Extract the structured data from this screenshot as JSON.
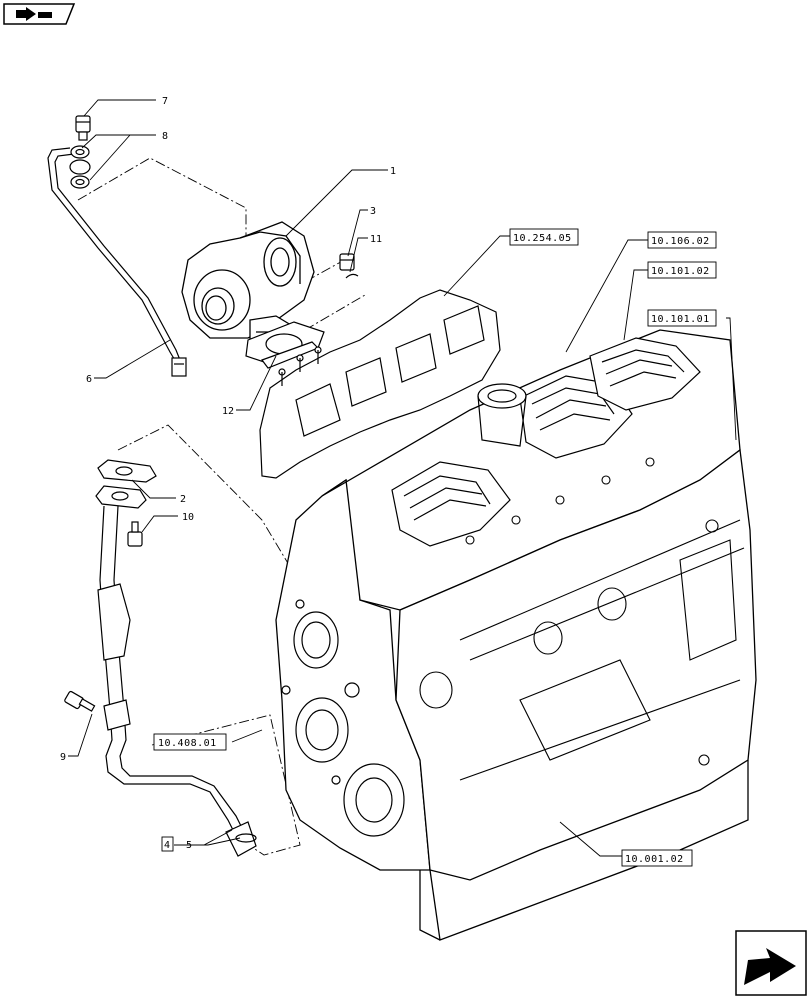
{
  "nav": {
    "back_icon": "book-back-arrow-icon",
    "next_icon": "next-page-arrow-icon"
  },
  "callouts": [
    {
      "num": "1"
    },
    {
      "num": "2"
    },
    {
      "num": "3"
    },
    {
      "num": "4"
    },
    {
      "num": "5"
    },
    {
      "num": "6"
    },
    {
      "num": "7"
    },
    {
      "num": "8"
    },
    {
      "num": "9"
    },
    {
      "num": "10"
    },
    {
      "num": "11"
    },
    {
      "num": "12"
    }
  ],
  "references": [
    {
      "code": "10.254.05"
    },
    {
      "code": "10.106.02"
    },
    {
      "code": "10.101.02"
    },
    {
      "code": "10.101.01"
    },
    {
      "code": "10.408.01"
    },
    {
      "code": "10.001.02"
    }
  ],
  "colors": {
    "line": "#000000",
    "background": "#ffffff"
  }
}
